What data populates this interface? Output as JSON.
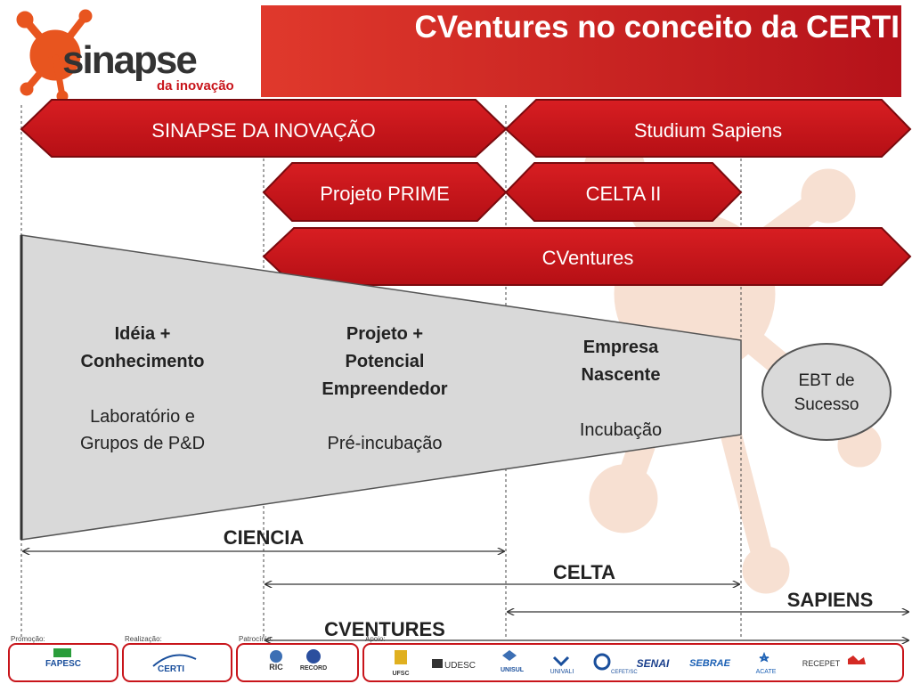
{
  "header": {
    "title": "CVentures no conceito da CERTI",
    "logo_word": "sinapse",
    "logo_sub": "da inovação"
  },
  "bands": [
    {
      "label": "SINAPSE DA INOVAÇÃO"
    },
    {
      "label": "Studium Sapiens"
    },
    {
      "label": "Projeto PRIME"
    },
    {
      "label": "CELTA II"
    },
    {
      "label": "CVentures"
    }
  ],
  "stages": [
    {
      "title": [
        "Idéia +",
        "Conhecimento"
      ],
      "detail": [
        "Laboratório e",
        "Grupos de P&D"
      ]
    },
    {
      "title": [
        "Projeto +",
        "Potencial",
        "Empreendedor"
      ],
      "detail": [
        "Pré-incubação"
      ]
    },
    {
      "title": [
        "Empresa",
        "Nascente"
      ],
      "detail": [
        "Incubação"
      ]
    }
  ],
  "outcome": {
    "lines": [
      "EBT de",
      "Sucesso"
    ]
  },
  "ranges": [
    {
      "label": "CIENCIA"
    },
    {
      "label": "CELTA"
    },
    {
      "label": "SAPIENS"
    },
    {
      "label": "CVENTURES"
    }
  ],
  "footer": {
    "promocao": "Promoção:",
    "realizacao": "Realização:",
    "patrocinio": "Patrocínio:",
    "apoio": "Apoio:",
    "sponsors": {
      "fapesc": "FAPESC",
      "certi": "CERTI",
      "ric": "RIC",
      "record": "RECORD",
      "ufsc": "UFSC",
      "udesc": "UDESC",
      "unisul": "UNISUL",
      "univali": "UNIVALI",
      "cefet": "CEFET/SC",
      "senai": "SENAI",
      "sebrae": "SEBRAE",
      "acate": "ACATE",
      "recepet": "RECEPET"
    }
  },
  "colors": {
    "band_fill": "#c8141a",
    "band_stroke": "#7a0a0e",
    "header_red": "#d42a24",
    "funnel": "#d9d9d9",
    "bg_pattern": "#f6dccd"
  }
}
